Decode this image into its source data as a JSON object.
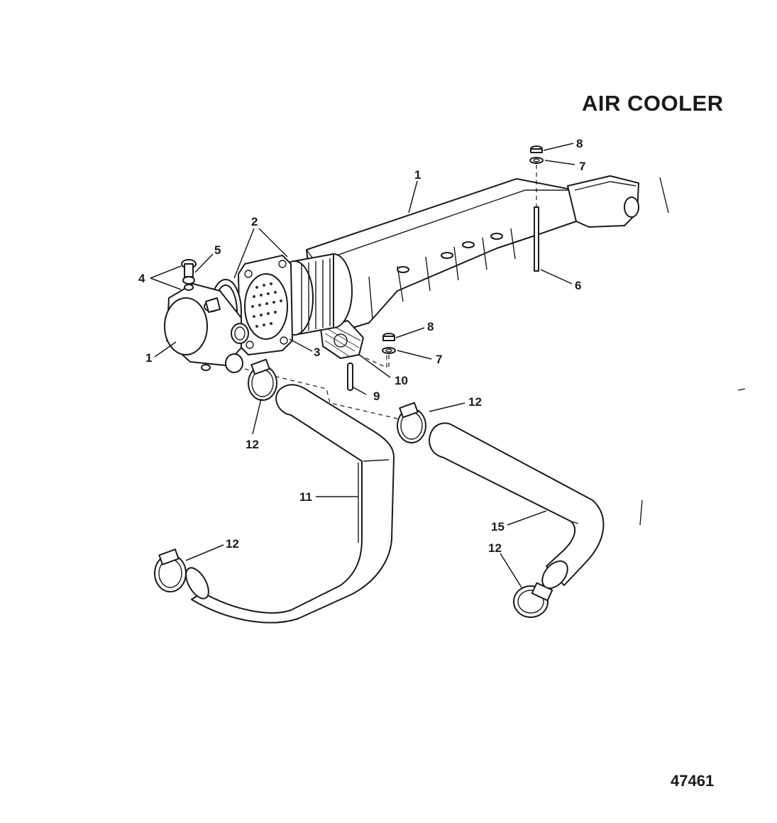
{
  "diagram": {
    "title": "AIR COOLER",
    "figure_number": "47461"
  },
  "callouts": [
    {
      "id": "c1a",
      "text": "1"
    },
    {
      "id": "c1b",
      "text": "1"
    },
    {
      "id": "c2",
      "text": "2"
    },
    {
      "id": "c3",
      "text": "3"
    },
    {
      "id": "c4",
      "text": "4"
    },
    {
      "id": "c5",
      "text": "5"
    },
    {
      "id": "c6",
      "text": "6"
    },
    {
      "id": "c7a",
      "text": "7"
    },
    {
      "id": "c7b",
      "text": "7"
    },
    {
      "id": "c8a",
      "text": "8"
    },
    {
      "id": "c8b",
      "text": "8"
    },
    {
      "id": "c9",
      "text": "9"
    },
    {
      "id": "c10",
      "text": "10"
    },
    {
      "id": "c11",
      "text": "11"
    },
    {
      "id": "c12a",
      "text": "12"
    },
    {
      "id": "c12b",
      "text": "12"
    },
    {
      "id": "c12c",
      "text": "12"
    },
    {
      "id": "c12d",
      "text": "12"
    },
    {
      "id": "c15",
      "text": "15"
    }
  ]
}
